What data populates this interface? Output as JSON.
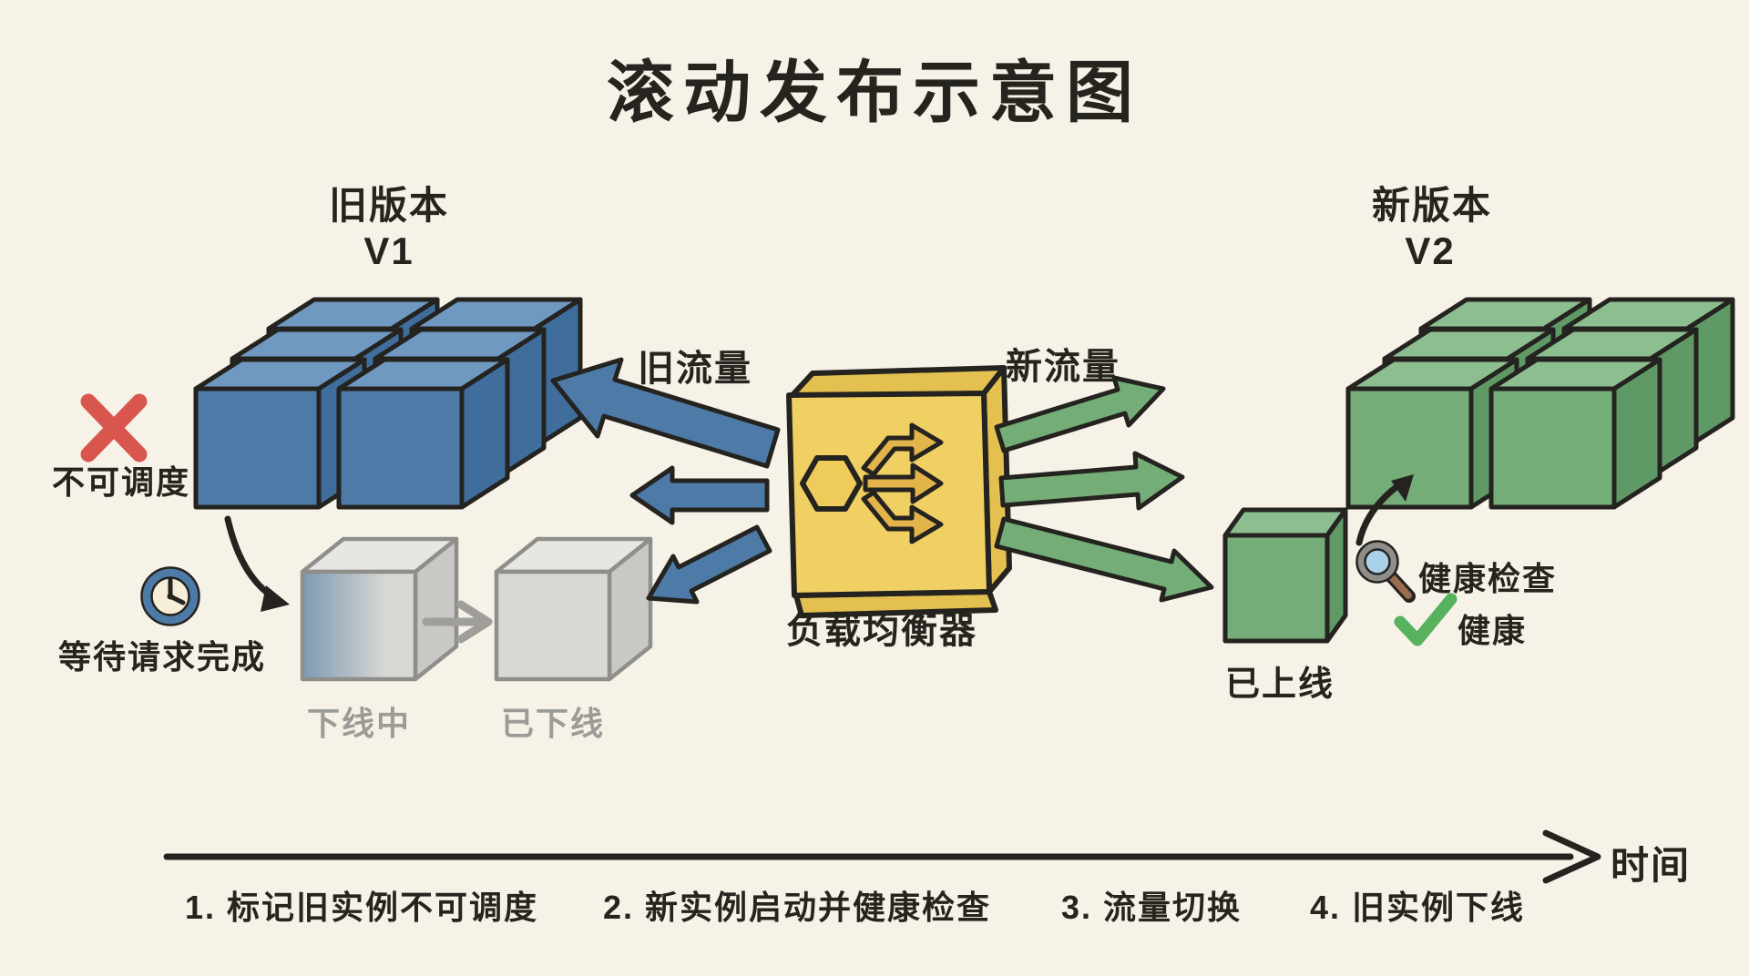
{
  "title": "滚动发布示意图",
  "old_version": {
    "label": "旧版本",
    "version": "V1",
    "unschedulable": "不可调度",
    "wait_note": "等待请求完成",
    "draining": "下线中",
    "offline": "已下线"
  },
  "new_version": {
    "label": "新版本",
    "version": "V2",
    "online": "已上线",
    "health_check": "健康检查",
    "healthy": "健康"
  },
  "load_balancer": {
    "label": "负载均衡器"
  },
  "traffic": {
    "old": "旧流量",
    "new": "新流量"
  },
  "timeline": {
    "axis_label": "时间",
    "steps": [
      "1. 标记旧实例不可调度",
      "2. 新实例启动并健康检查",
      "3. 流量切换",
      "4. 旧实例下线"
    ]
  },
  "icons": [
    "x-icon",
    "clock-icon",
    "magnifier-icon",
    "check-icon",
    "hexagon-icon",
    "distribute-arrows-icon"
  ],
  "colors": {
    "background": "#f6f2e7",
    "old_version_blue": "#4e7aa8",
    "new_version_green": "#74ad78",
    "load_balancer_yellow": "#f0cf63",
    "offline_gray": "#d9d8d4",
    "error_red": "#d9564e",
    "check_green": "#57b25e",
    "ink": "#24231f",
    "muted_text": "#9b9b98"
  }
}
